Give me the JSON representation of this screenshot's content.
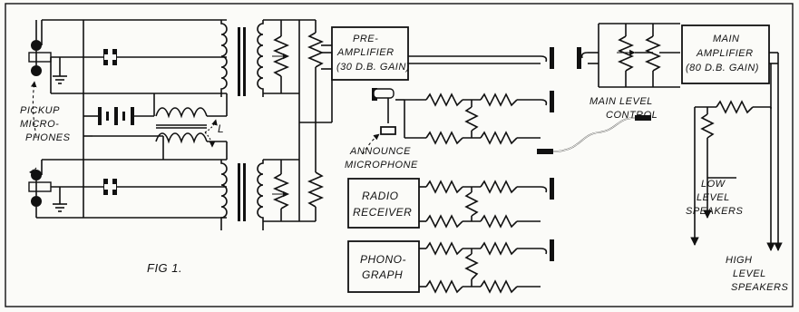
{
  "figure": {
    "caption": "FIG 1."
  },
  "labels": {
    "pickup_microphones": [
      "PICKUP",
      "MICRO-",
      "PHONES"
    ],
    "choke_label": "L",
    "pre_amplifier": [
      "PRE-",
      "AMPLIFIER",
      "(30 D.B. GAIN)"
    ],
    "announce_microphone": [
      "ANNOUNCE",
      "MICROPHONE"
    ],
    "radio_receiver": [
      "RADIO",
      "RECEIVER"
    ],
    "phonograph": [
      "PHONO-",
      "GRAPH"
    ],
    "main_amplifier": [
      "MAIN",
      "AMPLIFIER",
      "(80 D.B. GAIN)"
    ],
    "main_level_control": [
      "MAIN LEVEL",
      "CONTROL"
    ],
    "low_level_speakers": [
      "LOW",
      "LEVEL",
      "SPEAKERS"
    ],
    "high_level_speakers": [
      "HIGH",
      "LEVEL",
      "SPEAKERS"
    ]
  }
}
